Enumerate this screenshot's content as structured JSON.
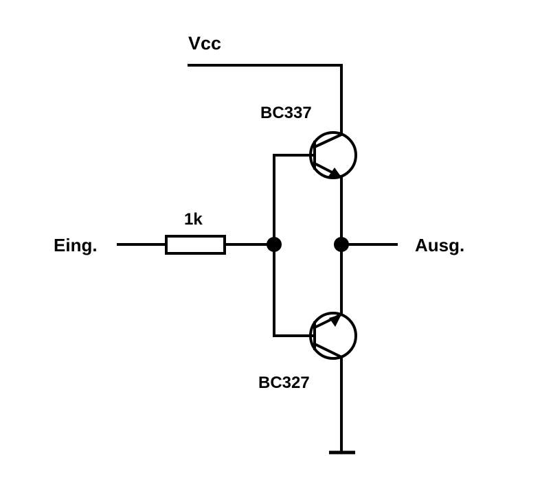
{
  "diagram": {
    "supply_label": "Vcc",
    "input_label": "Eing.",
    "output_label": "Ausg.",
    "resistor_label": "1k",
    "upper_transistor_label": "BC337",
    "lower_transistor_label": "BC327",
    "line_color": "#000000",
    "background_color": "#ffffff"
  }
}
